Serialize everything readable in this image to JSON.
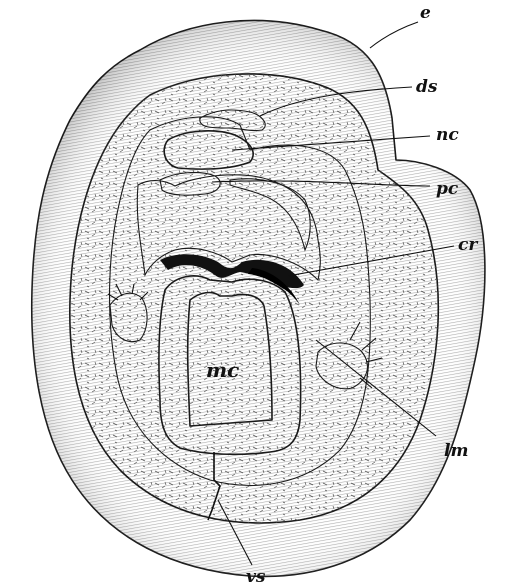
{
  "figure": {
    "labels": {
      "e": "e",
      "ds": "ds",
      "nc": "nc",
      "pc": "pc",
      "cr": "cr",
      "mc": "mc",
      "lm": "lm",
      "vs": "vs"
    }
  }
}
